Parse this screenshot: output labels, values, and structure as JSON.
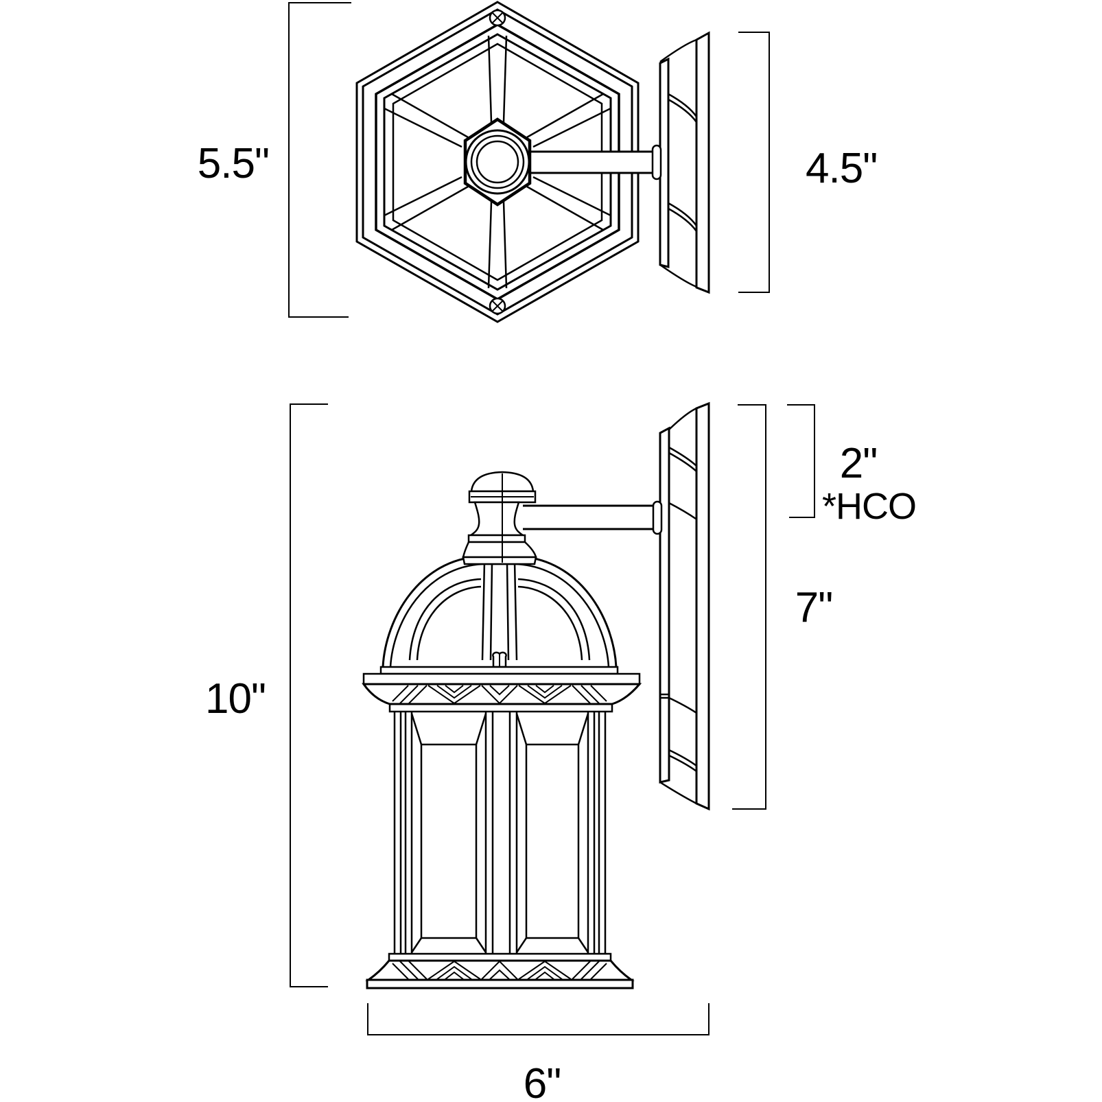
{
  "title": "Outdoor wall lantern dimension drawing",
  "colors": {
    "line": "#000000",
    "background": "#ffffff"
  },
  "views": {
    "top_view": {
      "description": "top view of hexagonal lantern with wall plate side profile",
      "dimensions": {
        "height_label": "5.5\"",
        "depth_label": "4.5\""
      }
    },
    "front_view": {
      "description": "front view of wall lantern with backplate profile",
      "dimensions": {
        "height_label": "10\"",
        "outlet_height_label": "2\"",
        "outlet_note": "*HCO",
        "backplate_height_label": "7\"",
        "width_label": "6\""
      }
    }
  }
}
